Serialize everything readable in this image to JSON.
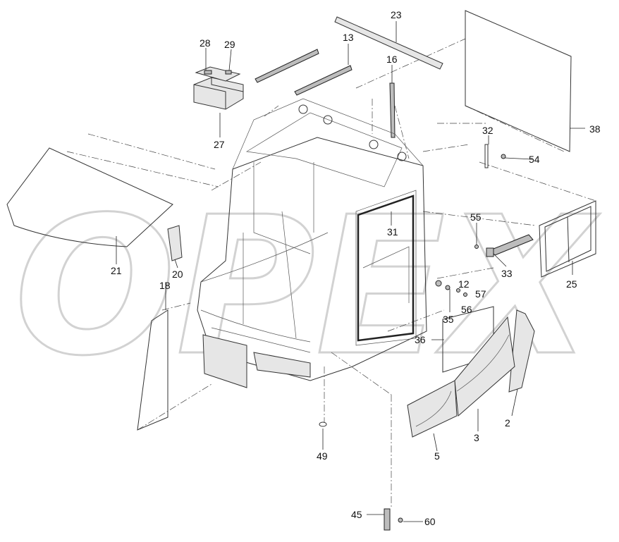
{
  "watermark": {
    "text": "OPEX"
  },
  "callouts": {
    "c2": "2",
    "c3": "3",
    "c5": "5",
    "c12": "12",
    "c13": "13",
    "c16": "16",
    "c18": "18",
    "c20": "20",
    "c21": "21",
    "c23": "23",
    "c25": "25",
    "c27": "27",
    "c28": "28",
    "c29": "29",
    "c31": "31",
    "c32": "32",
    "c33": "33",
    "c35": "35",
    "c36": "36",
    "c38": "38",
    "c45": "45",
    "c49": "49",
    "c54": "54",
    "c55": "55",
    "c56": "56",
    "c57": "57",
    "c60": "60"
  }
}
